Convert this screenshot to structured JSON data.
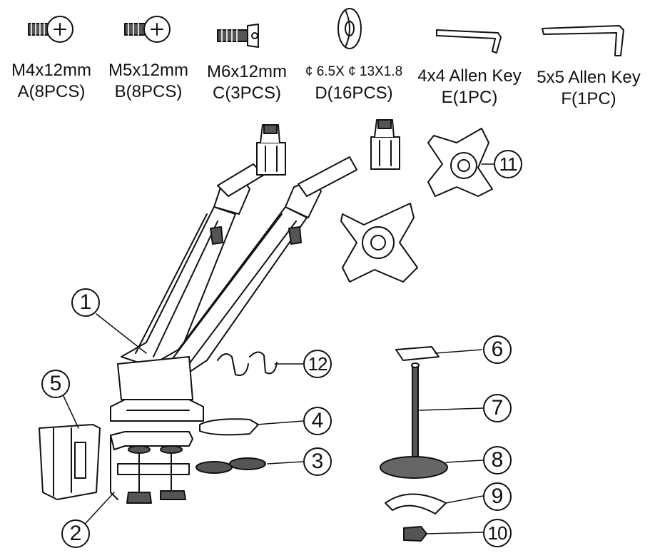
{
  "hardware": [
    {
      "size": "M4x12mm",
      "qty": "A(8PCS)"
    },
    {
      "size": "M5x12mm",
      "qty": "B(8PCS)"
    },
    {
      "size": "M6x12mm",
      "qty": "C(3PCS)"
    },
    {
      "size": "¢ 6.5X ¢ 13X1.8",
      "qty": "D(16PCS)"
    },
    {
      "size": "4x4 Allen Key",
      "qty": "E(1PC)"
    },
    {
      "size": "5x5 Allen Key",
      "qty": "F(1PC)"
    }
  ],
  "callouts": [
    "1",
    "2",
    "3",
    "4",
    "5",
    "6",
    "7",
    "8",
    "9",
    "10",
    "11",
    "12"
  ],
  "colors": {
    "line": "#111111",
    "fill": "#ffffff",
    "shade": "#d9d9d9",
    "dark": "#444444"
  }
}
